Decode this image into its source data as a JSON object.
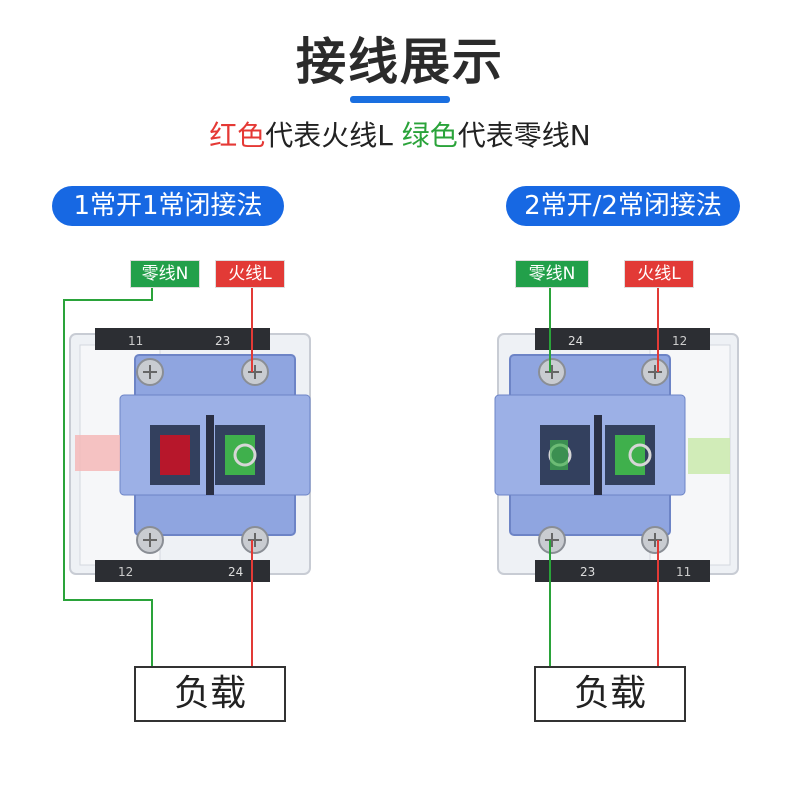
{
  "title": "接线展示",
  "legend": {
    "red_word": "红色",
    "red_text": "代表火线L",
    "green_word": "绿色",
    "green_text": "代表零线N"
  },
  "colors": {
    "accent_blue": "#1768e3",
    "live_red": "#e23a36",
    "neutral_green": "#22a04a",
    "module_blue": "#8fa5e0"
  },
  "left": {
    "mode_label": "1常开1常闭接法",
    "neutral_tag": "零线N",
    "live_tag": "火线L",
    "load_label": "负载",
    "terminals": {
      "top_left": "11",
      "top_right": "23",
      "bottom_left": "12",
      "bottom_right": "24"
    }
  },
  "right": {
    "mode_label": "2常开/2常闭接法",
    "neutral_tag": "零线N",
    "live_tag": "火线L",
    "load_label": "负载",
    "terminals": {
      "top_left": "24",
      "top_right": "12",
      "bottom_left": "23",
      "bottom_right": "11"
    }
  }
}
